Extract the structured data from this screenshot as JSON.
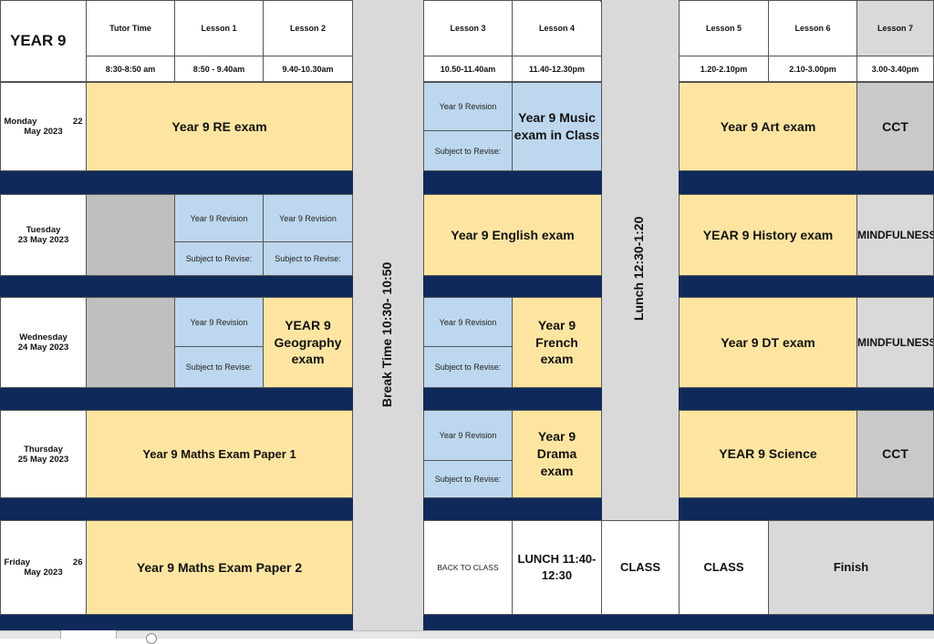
{
  "title": "YEAR 9",
  "headers": {
    "tutor": "Tutor Time",
    "lesson1": "Lesson 1",
    "lesson2": "Lesson 2",
    "lesson3": "Lesson 3",
    "lesson4": "Lesson 4",
    "lesson5": "Lesson 5",
    "lesson6": "Lesson 6",
    "lesson7": "Lesson 7"
  },
  "times": {
    "tutor": "8:30-8:50 am",
    "lesson1": "8:50 - 9.40am",
    "lesson2": "9.40-10.30am",
    "lesson3": "10.50-11.40am",
    "lesson4": "11.40-12.30pm",
    "lesson5": "1.20-2.10pm",
    "lesson6": "2.10-3.00pm",
    "lesson7": "3.00-3.40pm"
  },
  "break_label": "Break Time 10:30- 10:50",
  "lunch_label": "Lunch 12:30-1:20",
  "revision": {
    "title": "Year 9 Revision",
    "subject": "Subject to Revise:"
  },
  "days": {
    "mon": {
      "name": "Monday",
      "num": "22",
      "month": "May 2023",
      "exam1": "Year 9 RE exam",
      "exam2": "Year 9 Music exam in Class",
      "exam3": "Year 9 Art exam",
      "l7": "CCT"
    },
    "tue": {
      "name": "Tuesday",
      "date": "23 May 2023",
      "exam1": "Year 9 English exam",
      "exam2": "YEAR 9 History exam",
      "l7": "MINDFULNESS"
    },
    "wed": {
      "name": "Wednesday",
      "date": "24 May 2023",
      "exam1": "YEAR 9 Geography exam",
      "exam2": "Year 9 French exam",
      "exam3": "Year 9 DT exam",
      "l7": "MINDFULNESS"
    },
    "thu": {
      "name": "Thursday",
      "date": "25 May 2023",
      "exam1": "Year 9 Maths Exam Paper 1",
      "exam2": "Year 9 Drama exam",
      "exam3": "YEAR 9 Science",
      "l7": "CCT"
    },
    "fri": {
      "name": "Friday",
      "num": "26",
      "month": "May 2023",
      "exam1": "Year 9 Maths Exam Paper 2",
      "back": "BACK TO CLASS",
      "lunch": "LUNCH 11:40-12:30",
      "class1": "CLASS",
      "class2": "CLASS",
      "finish": "Finish"
    }
  }
}
